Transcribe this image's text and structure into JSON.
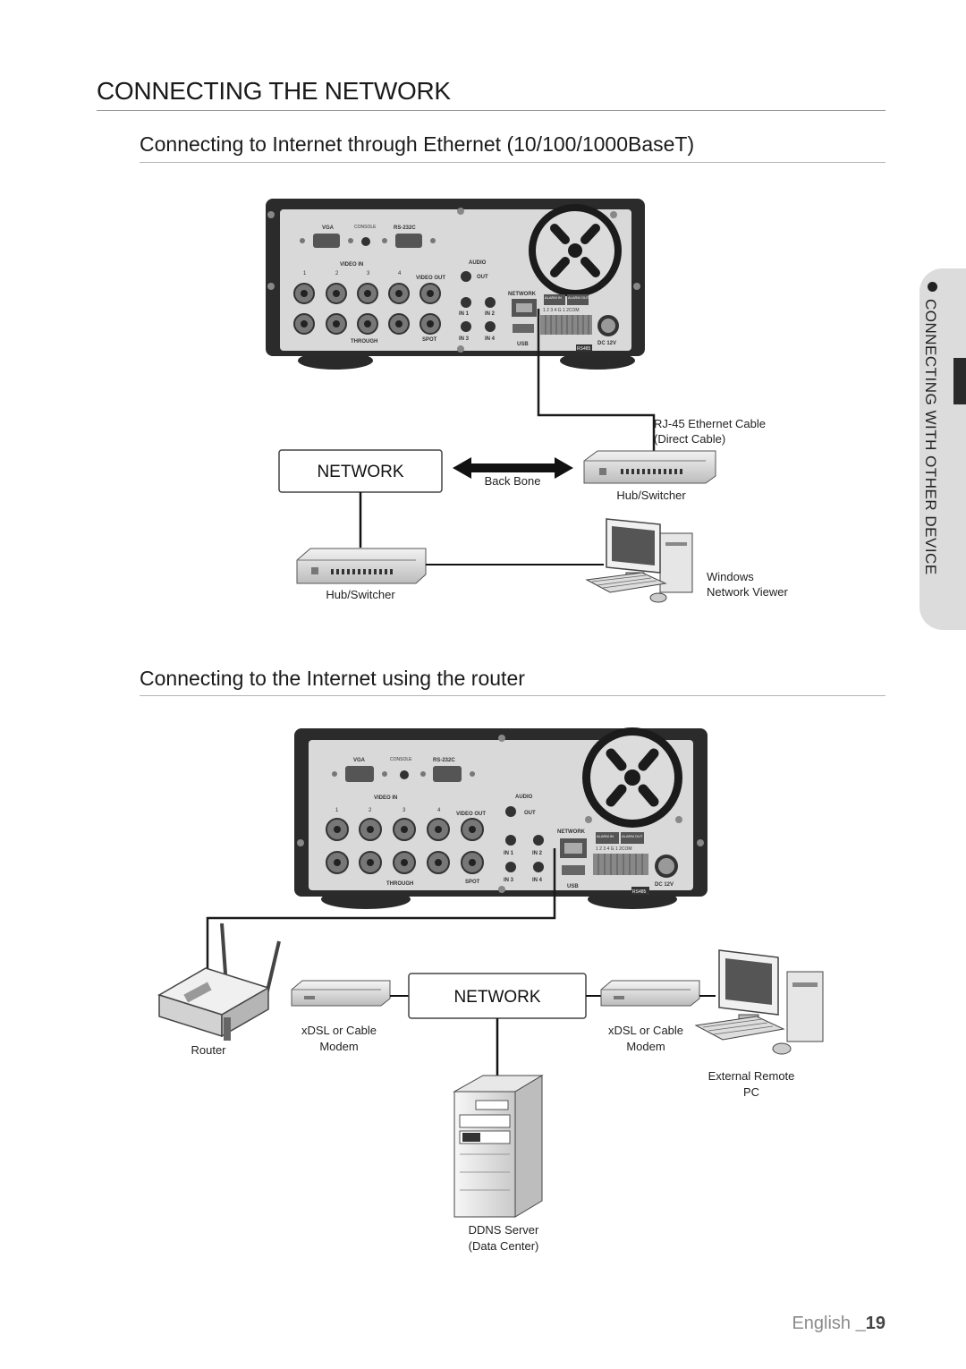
{
  "page": {
    "title": "CONNECTING THE NETWORK",
    "side_tab": "CONNECTING WITH OTHER DEVICE",
    "footer_lang": "English",
    "footer_page": "_19"
  },
  "section1": {
    "heading": "Connecting to Internet through Ethernet (10/100/1000BaseT)",
    "labels": {
      "network": "NETWORK",
      "backbone": "Back Bone",
      "rj45_line1": "RJ-45 Ethernet Cable",
      "rj45_line2": "(Direct Cable)",
      "hub_right": "Hub/Switcher",
      "hub_left": "Hub/Switcher",
      "viewer_line1": "Windows",
      "viewer_line2": "Network Viewer"
    }
  },
  "section2": {
    "heading": "Connecting to the Internet using the router",
    "labels": {
      "network": "NETWORK",
      "router": "Router",
      "modem_left_line1": "xDSL or Cable",
      "modem_left_line2": "Modem",
      "modem_right_line1": "xDSL or Cable",
      "modem_right_line2": "Modem",
      "remote_line1": "External Remote",
      "remote_line2": "PC",
      "ddns_line1": "DDNS Server",
      "ddns_line2": "(Data Center)"
    }
  },
  "dvr_panel": {
    "vga": "VGA",
    "console": "CONSOLE",
    "rs232c": "RS-232C",
    "video_in": "VIDEO IN",
    "video_out": "VIDEO OUT",
    "audio": "AUDIO",
    "out": "OUT",
    "network": "NETWORK",
    "in1": "IN 1",
    "in2": "IN 2",
    "in3": "IN 3",
    "in4": "IN 4",
    "through": "THROUGH",
    "spot": "SPOT",
    "usb": "USB",
    "alarm_in": "ALARM IN",
    "alarm_out": "ALARM OUT",
    "dc12v": "DC 12V",
    "rs485": "RS485",
    "terminal_numbers": "1 2 3 4 G 1 2COM",
    "ch1": "1",
    "ch2": "2",
    "ch3": "3",
    "ch4": "4"
  }
}
